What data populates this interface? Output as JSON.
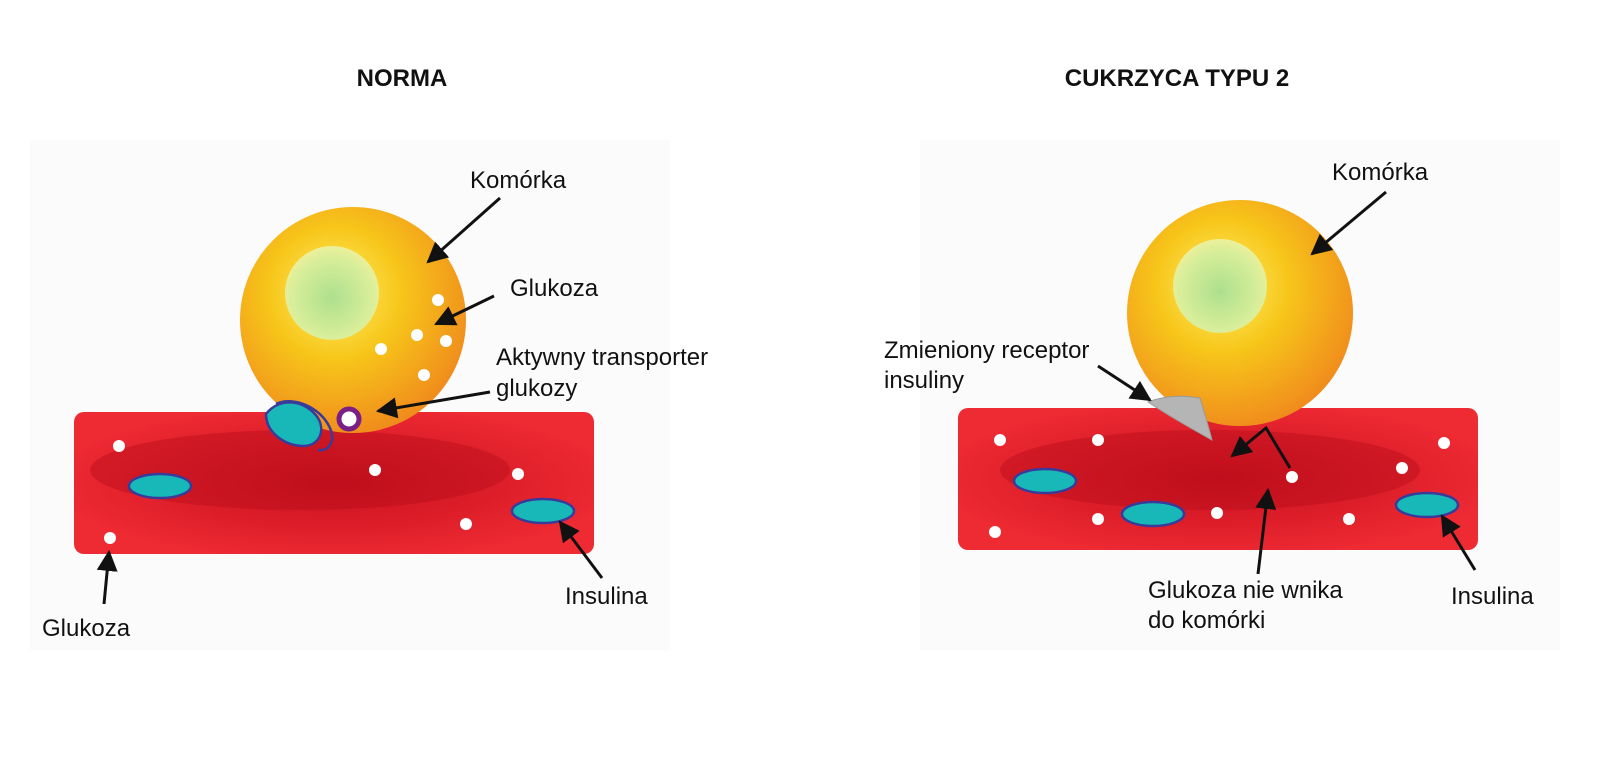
{
  "left_panel": {
    "title": "NORMA",
    "labels": {
      "cell": "Komórka",
      "glucose_in_cell": "Glukoza",
      "transporter_line1": "Aktywny transporter",
      "transporter_line2": "glukozy",
      "glucose_in_blood": "Glukoza",
      "insulin": "Insulina"
    }
  },
  "right_panel": {
    "title": "CUKRZYCA TYPU 2",
    "labels": {
      "cell": "Komórka",
      "receptor_line1": "Zmieniony receptor",
      "receptor_line2": "insuliny",
      "no_entry_line1": "Glukoza nie wnika",
      "no_entry_line2": "do komórki",
      "insulin": "Insulina"
    }
  },
  "colors": {
    "vessel": "#e0202a",
    "vessel_dark": "#b0101c",
    "cell_orange": "#f39a1e",
    "cell_yellow": "#f7c61a",
    "nucleus": "#b9e39a",
    "insulin_fill": "#18b8b8",
    "insulin_stroke": "#3a3a9a",
    "transporter": "#7a1f86",
    "receptor": "#b5b5b5"
  }
}
